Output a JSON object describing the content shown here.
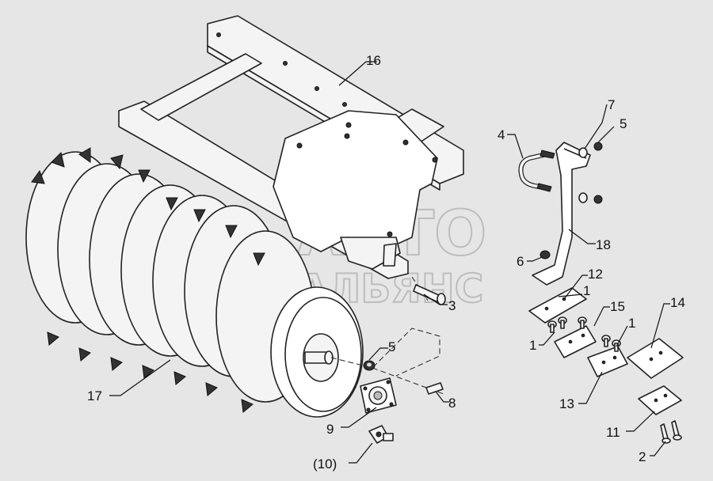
{
  "watermark": {
    "line1": "АВТО",
    "line2": "АЛЬЯНС"
  },
  "callouts": [
    {
      "id": "c16",
      "text": "16"
    },
    {
      "id": "c17",
      "text": "17"
    },
    {
      "id": "c3",
      "text": "3"
    },
    {
      "id": "c5a",
      "text": "5"
    },
    {
      "id": "c8",
      "text": "8"
    },
    {
      "id": "c9",
      "text": "9"
    },
    {
      "id": "c10",
      "text": "(10)"
    },
    {
      "id": "c4",
      "text": "4"
    },
    {
      "id": "c7",
      "text": "7"
    },
    {
      "id": "c5b",
      "text": "5"
    },
    {
      "id": "c18",
      "text": "18"
    },
    {
      "id": "c6",
      "text": "6"
    },
    {
      "id": "c12",
      "text": "12"
    },
    {
      "id": "c1a",
      "text": "1"
    },
    {
      "id": "c1b",
      "text": "1"
    },
    {
      "id": "c15",
      "text": "15"
    },
    {
      "id": "c1c",
      "text": "1"
    },
    {
      "id": "c14",
      "text": "14"
    },
    {
      "id": "c13",
      "text": "13"
    },
    {
      "id": "c11",
      "text": "11"
    },
    {
      "id": "c2",
      "text": "2"
    }
  ]
}
